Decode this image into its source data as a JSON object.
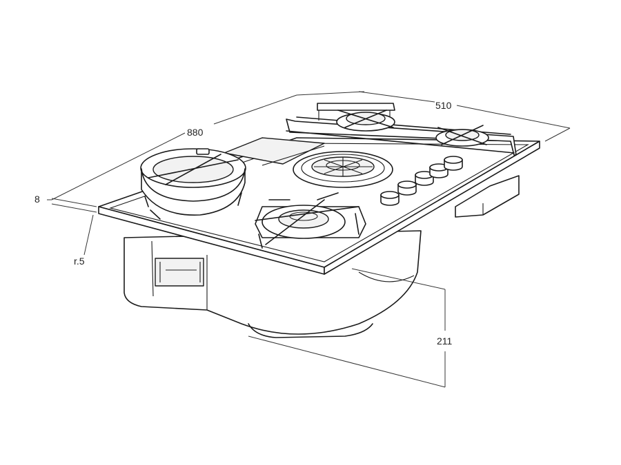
{
  "dimensions": {
    "width_label": "880",
    "depth_label": "510",
    "height_label": "211",
    "thickness_label": "8",
    "radius_label": "r.5"
  }
}
